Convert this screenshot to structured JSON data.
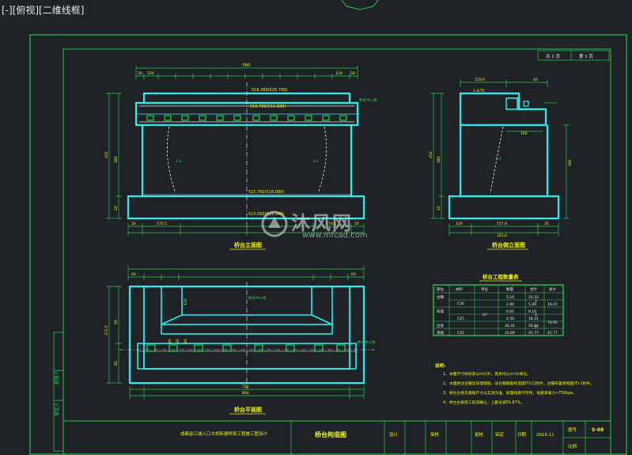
{
  "viewport_label": "[-][俯视][二维线框]",
  "watermark": {
    "cn": "沐风网",
    "en": "www.mfcad.com"
  },
  "frame": {
    "sheet_no": "第 1 页",
    "total": "共 1 页"
  },
  "front_view": {
    "title": "桥台立面图",
    "top_dim": "760",
    "top_parts": [
      "50",
      "120",
      "",
      "",
      "",
      "",
      "",
      "",
      "",
      "",
      "",
      "120",
      "50"
    ],
    "elev1": "516.360(516.700)",
    "elev2": "516.780(516.680)",
    "elev3": "515.760(516.080)",
    "elev4": "515.000(515.340)",
    "left_dims": [
      "450",
      "580",
      "20"
    ],
    "bottom_dims": [
      "50",
      "170.5",
      "",
      "",
      "",
      "",
      "",
      "170.5",
      "50"
    ],
    "slope_left": "1:4",
    "slope_right": "4:1",
    "center_label": "桥台中心线",
    "side_label": "桥台中心线"
  },
  "side_view": {
    "title": "桥台侧立面图",
    "top_dims": [
      "120.6",
      "",
      "40"
    ],
    "top_label": "1.8/70",
    "left_dims": [
      "450",
      "580",
      "20"
    ],
    "right_dim": "580",
    "inner_dim": "100",
    "slope": "1:4",
    "bottom_dims": [
      "120",
      "157.8",
      "35"
    ],
    "bottom_total": "325.6"
  },
  "plan_view": {
    "title": "桥台平面图",
    "center_label": "桥台中心线",
    "side_label": "桥台中心线",
    "bottom_dim": "720",
    "bottom_total": "800",
    "left_dims": [
      "372.5",
      "95",
      "80"
    ],
    "top_parts": [
      "60",
      "",
      "",
      "",
      "",
      "",
      "",
      "",
      "",
      "",
      "",
      "",
      "60"
    ],
    "inner_dims": [
      "120",
      "40",
      "40",
      "40"
    ]
  },
  "table": {
    "title": "桥台工程数量表",
    "headers": [
      "部位",
      "材料",
      "单位",
      "数量",
      "合计",
      "总计"
    ],
    "rows": [
      [
        "台帽",
        "C30",
        "m³",
        "5.10",
        "",
        "10.33"
      ],
      [
        "",
        "",
        "",
        "2.80",
        "2",
        "5.90"
      ],
      [
        "背墙",
        "",
        "",
        "0.05",
        "",
        "0.10"
      ],
      [
        "",
        "C25",
        "",
        "4.50",
        "4",
        "18.31"
      ],
      [
        "台身",
        "",
        "",
        "28.32",
        "",
        "56.64"
      ],
      [
        "基础",
        "C20",
        "",
        "20.89",
        "2",
        "41.77"
      ]
    ],
    "sub_totals": [
      "16.47",
      "74.95",
      "41.77"
    ]
  },
  "notes": {
    "heading": "说明:",
    "items": [
      "1、本图尺寸除标高以m计外，其余均以cm为单位。",
      "2、本图桥台台帽及背墙钢筋，详台帽钢筋构造图(T)(1)附件，台帽布置参照图(T)-1附件。",
      "3、桥台台身及基础尺寸以实测为准，如遇地质不符时，地基承载力>750kpa。",
      "4、桥台台身施工前须确认，上部主梁55.87%。"
    ]
  },
  "title_block": {
    "project": "成都金江城入口大桥新建桥梁工程施工图设计",
    "drawing": "桥台构造图",
    "cells": [
      "设计",
      "审核",
      "复核",
      "审定",
      "日期",
      "2016.11",
      "图号",
      "S-08",
      "比例"
    ],
    "side_labels": [
      "审定人",
      "校核人"
    ]
  },
  "colors": {
    "cyan": "#22f0f0",
    "green": "#22c84a",
    "yellow": "#f2f200",
    "bg": "#1f2226"
  }
}
